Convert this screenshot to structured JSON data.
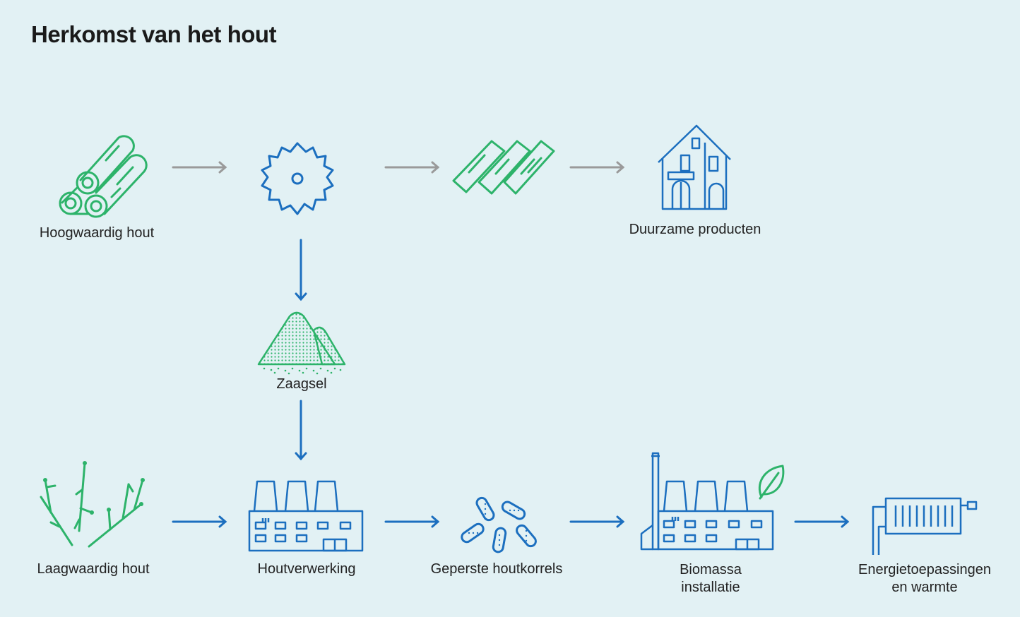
{
  "title": "Herkomst van het hout",
  "nodes": {
    "high_wood": "Hoogwaardig hout",
    "sustainable_products": "Duurzame producten",
    "sawdust": "Zaagsel",
    "low_wood": "Laagwaardig hout",
    "wood_processing": "Houtverwerking",
    "pellets": "Geperste houtkorrels",
    "biomass_line1": "Biomassa",
    "biomass_line2": "installatie",
    "energy_line1": "Energietoepassingen",
    "energy_line2": "en warmte"
  },
  "colors": {
    "background": "#e2f1f4",
    "green": "#2db36a",
    "blue": "#1c6fbf",
    "grey_arrow": "#9a9a9a"
  },
  "icons": [
    "logs-icon",
    "saw-blade-icon",
    "planks-icon",
    "house-icon",
    "sawdust-pile-icon",
    "branches-icon",
    "factory-icon",
    "pellets-icon",
    "biomass-plant-icon",
    "leaf-icon",
    "radiator-icon"
  ]
}
